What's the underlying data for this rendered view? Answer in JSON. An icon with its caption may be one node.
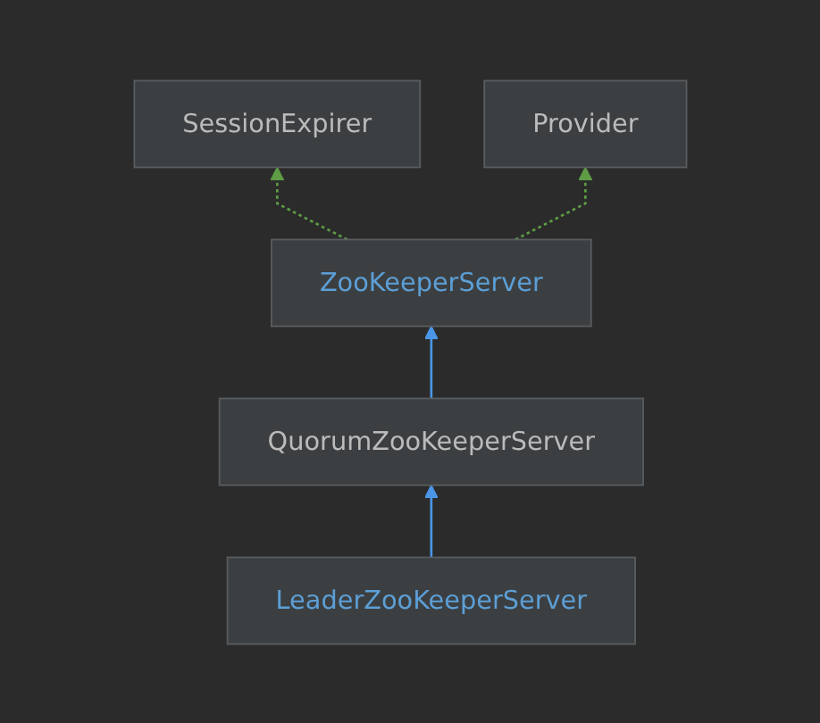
{
  "diagram": {
    "nodes": [
      {
        "text": [
          "SessionExpirer"
        ]
      },
      {
        "text": [
          "Provider"
        ]
      },
      {
        "text": [
          "ZooKeeperServer"
        ]
      },
      {
        "text": [
          "QuorumZooKeeperServer"
        ]
      },
      {
        "text": [
          "LeaderZooKeeperServer"
        ]
      }
    ],
    "edges": [
      {
        "from": 2,
        "to": 0,
        "arrow": "to",
        "style": "dashed",
        "color": "#5e9c45"
      },
      {
        "from": 2,
        "to": 1,
        "arrow": "to",
        "style": "dashed",
        "color": "#5e9c45"
      },
      {
        "from": 3,
        "to": 2,
        "arrow": "to",
        "color": "#4b95e6"
      },
      {
        "from": 4,
        "to": 3,
        "arrow": "to",
        "color": "#4b95e6"
      }
    ]
  }
}
